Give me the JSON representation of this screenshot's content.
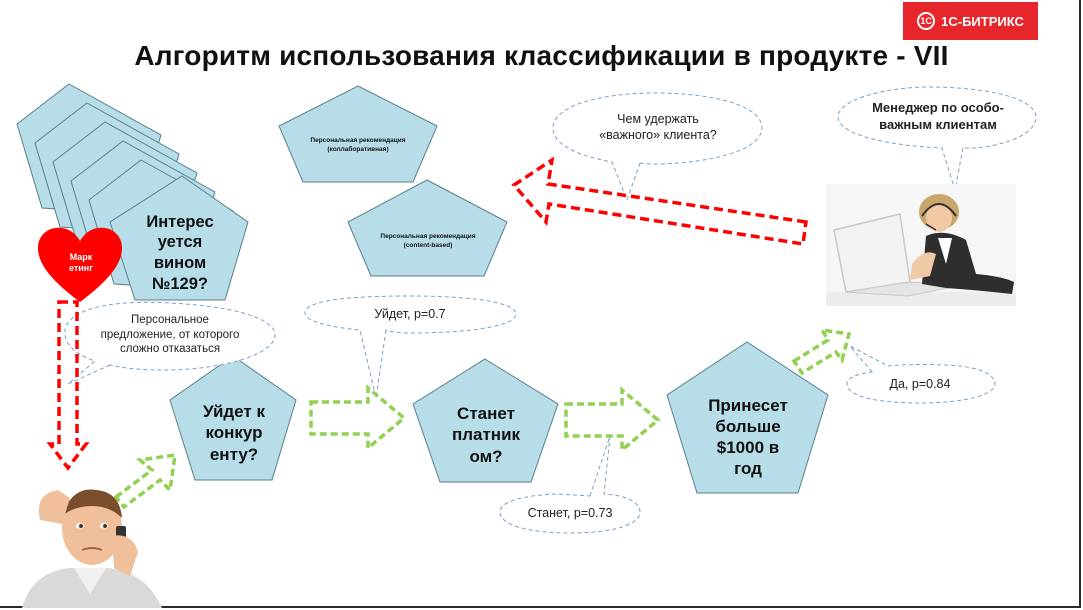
{
  "brand": {
    "name": "1С-БИТРИКС",
    "mark": "1С"
  },
  "slide": {
    "title": "Алгоритм использования классификации в продукте - VII"
  },
  "shapes": {
    "stack_top": "Интерес уется вином №129?",
    "heart": "Марк етинг",
    "collab": "Персональная рекомендация (коллаборативная)",
    "content": "Персональная рекомендация (content-based)",
    "leave": "Уйдет к конкур енту?",
    "payer": "Станет платник ом?",
    "bring": "Принесет больше $1000 в год"
  },
  "callouts": {
    "offer": "Персональное предложение, от которого сложно отказаться",
    "leave_p": "Уйдет, p=0.7",
    "retain": "Чем удержать «важного» клиента?",
    "manager": "Менеджер по особо-важным клиентам",
    "yes_p": "Да, p=0.84",
    "become_p": "Станет, p=0.73"
  },
  "colors": {
    "pentagon_fill": "#b7dde8",
    "heart": "#ff0000",
    "green_arrow": "#92d050",
    "red_arrow": "#ff0000",
    "bubble_border": "#7b9fc8"
  }
}
